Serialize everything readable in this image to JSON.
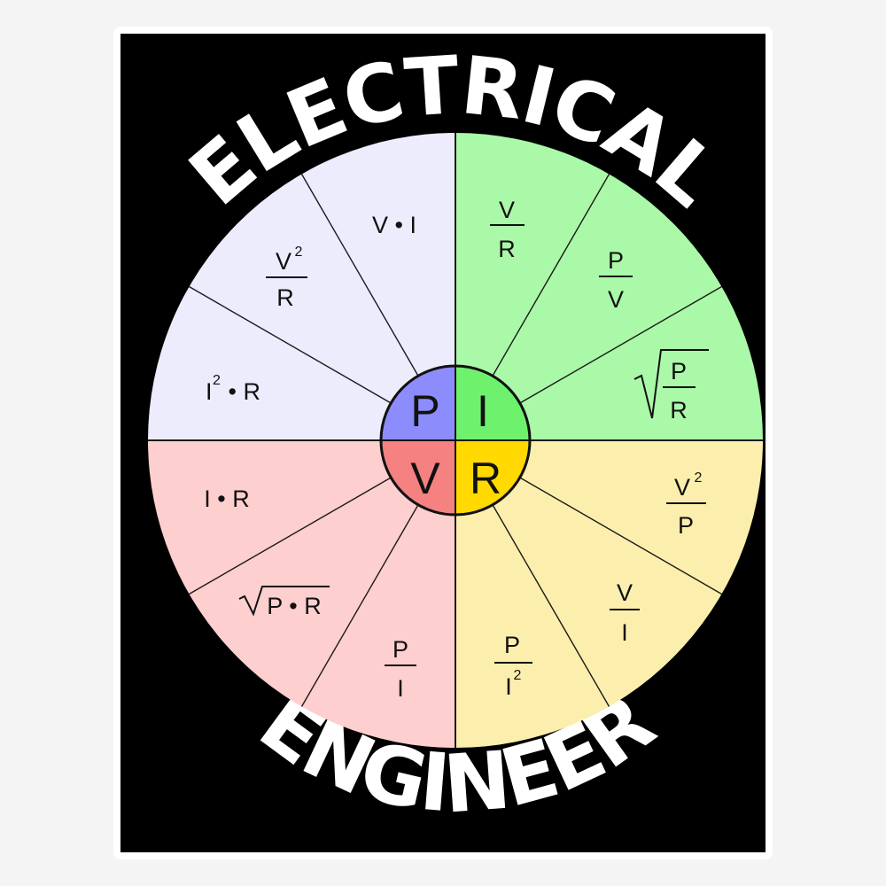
{
  "poster": {
    "title_top": "ELECTRICAL",
    "title_bottom": "ENGINEER"
  },
  "colors": {
    "background": "#000000",
    "sticker_border": "#ffffff",
    "p_quadrant": "#ececfc",
    "i_quadrant": "#aaf9a8",
    "r_quadrant": "#fcefad",
    "v_quadrant": "#fdcfce",
    "p_hub": "#8c8cfc",
    "i_hub": "#6ef26e",
    "r_hub": "#ffd900",
    "v_hub": "#f58181"
  },
  "hub": {
    "p": "P",
    "i": "I",
    "v": "V",
    "r": "R"
  },
  "formulas": {
    "p_vi": "V • I",
    "p_v2r_num": "V",
    "p_v2r_exp": "2",
    "p_v2r_den": "R",
    "p_i2r_base": "I",
    "p_i2r_exp": "2",
    "p_i2r_rest": " • R",
    "i_vr_num": "V",
    "i_vr_den": "R",
    "i_pv_num": "P",
    "i_pv_den": "V",
    "i_sqrtpr_num": "P",
    "i_sqrtpr_den": "R",
    "r_v2p_num": "V",
    "r_v2p_exp": "2",
    "r_v2p_den": "P",
    "r_vi_num": "V",
    "r_vi_den": "I",
    "r_pi2_num": "P",
    "r_pi2_den": "I",
    "r_pi2_exp": "2",
    "v_ir": "I • R",
    "v_sqrtpr": "P • R",
    "v_pi_num": "P",
    "v_pi_den": "I"
  }
}
